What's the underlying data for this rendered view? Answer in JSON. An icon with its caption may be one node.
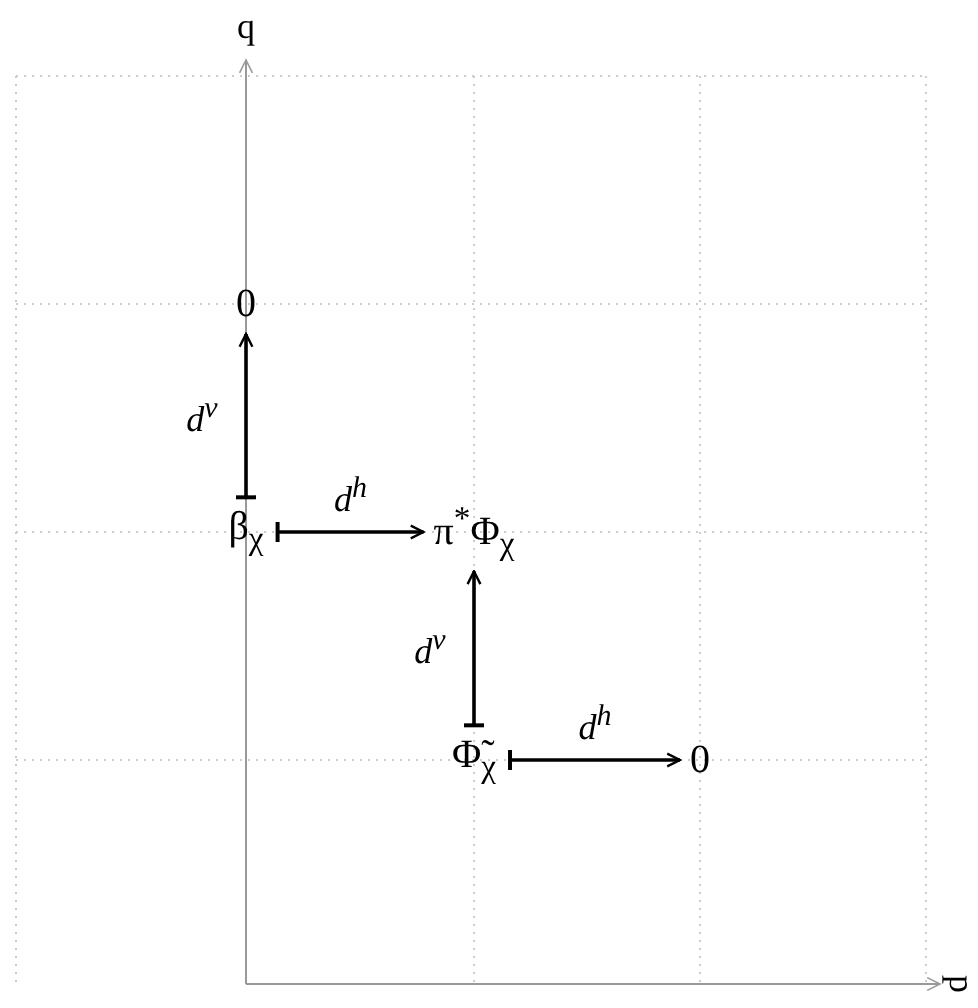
{
  "diagram": {
    "nodes": [
      {
        "text": [
          "0"
        ]
      },
      {
        "text": [
          "β$_{χ}$"
        ]
      },
      {
        "text": [
          "π$^{*}$Φ$_{χ}$"
        ]
      },
      {
        "text": [
          "Φ̃$_{χ}$"
        ]
      },
      {
        "text": [
          "0"
        ]
      }
    ],
    "edges": [
      {
        "from": 1,
        "to": 0,
        "arrow": "to",
        "label": "d$^{v}$"
      },
      {
        "from": 1,
        "to": 2,
        "arrow": "to",
        "label": "d$^{h}$"
      },
      {
        "from": 3,
        "to": 2,
        "arrow": "to",
        "label": "d$^{v}$"
      },
      {
        "from": 3,
        "to": 4,
        "arrow": "to",
        "label": "d$^{h}$"
      }
    ],
    "labels": [
      "q",
      "p"
    ]
  }
}
